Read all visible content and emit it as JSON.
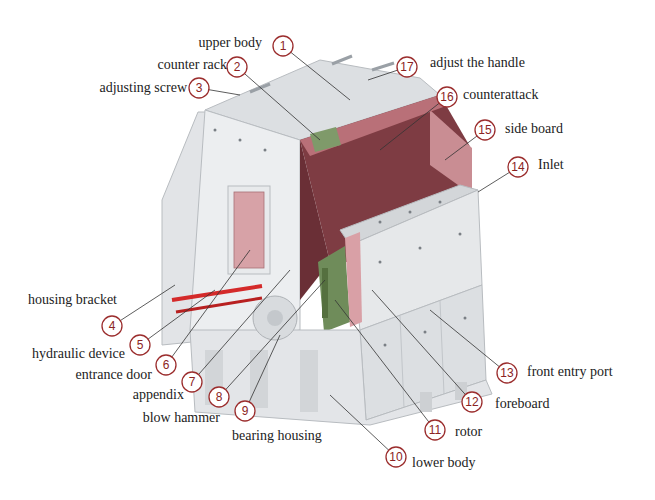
{
  "diagram": {
    "nodes": [
      {
        "text": [
          "1"
        ]
      },
      {
        "text": [
          "2"
        ]
      },
      {
        "text": [
          "3"
        ]
      },
      {
        "text": [
          "4"
        ]
      },
      {
        "text": [
          "5"
        ]
      },
      {
        "text": [
          "6"
        ]
      },
      {
        "text": [
          "7"
        ]
      },
      {
        "text": [
          "8"
        ]
      },
      {
        "text": [
          "9"
        ]
      },
      {
        "text": [
          "10"
        ]
      },
      {
        "text": [
          "11"
        ]
      },
      {
        "text": [
          "12"
        ]
      },
      {
        "text": [
          "13"
        ]
      },
      {
        "text": [
          "14"
        ]
      },
      {
        "text": [
          "15"
        ]
      },
      {
        "text": [
          "16"
        ]
      },
      {
        "text": [
          "17"
        ]
      }
    ],
    "labels": [
      "upper body",
      "counter rack",
      "adjusting screw",
      "adjust the handle",
      "counterattack",
      "side board",
      "Inlet",
      "housing bracket",
      "hydraulic device",
      "entrance door",
      "appendix",
      "blow hammer",
      "bearing housing",
      "front entry port",
      "foreboard",
      "rotor",
      "lower body"
    ]
  }
}
